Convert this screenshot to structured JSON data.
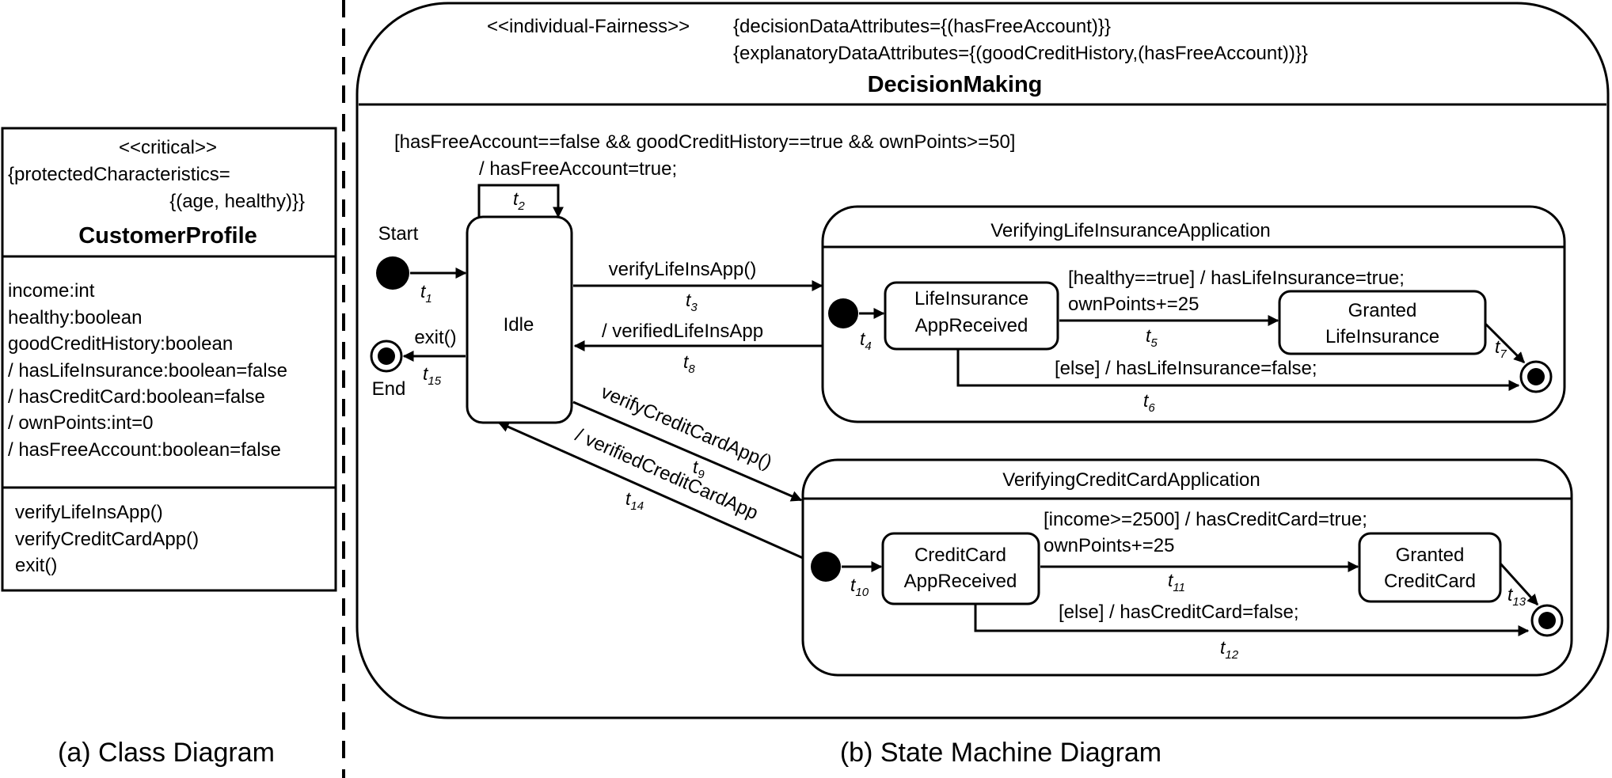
{
  "class_diagram": {
    "stereotype": "<<critical>>",
    "tagged_value_line1": "{protectedCharacteristics=",
    "tagged_value_line2": "{(age, healthy)}}",
    "class_name": "CustomerProfile",
    "attributes": [
      "income:int",
      "healthy:boolean",
      "goodCreditHistory:boolean",
      "/ hasLifeInsurance:boolean=false",
      "/ hasCreditCard:boolean=false",
      "/ ownPoints:int=0",
      "/ hasFreeAccount:boolean=false"
    ],
    "operations": [
      "verifyLifeInsApp()",
      "verifyCreditCardApp()",
      "exit()"
    ],
    "caption": "(a) Class Diagram"
  },
  "state_machine": {
    "stereotype": "<<individual-Fairness>>",
    "tag_decision": "{decisionDataAttributes={(hasFreeAccount)}}",
    "tag_explanatory": "{explanatoryDataAttributes={(goodCreditHistory,(hasFreeAccount))}}",
    "name": "DecisionMaking",
    "start_label": "Start",
    "end_label": "End",
    "idle_label": "Idle",
    "self_loop_guard": "[hasFreeAccount==false && goodCreditHistory==true && ownPoints>=50]",
    "self_loop_effect": "/ hasFreeAccount=true;",
    "life_insurance": {
      "title": "VerifyingLifeInsuranceApplication",
      "received_line1": "LifeInsurance",
      "received_line2": "AppReceived",
      "granted_line1": "Granted",
      "granted_line2": "LifeInsurance",
      "t5_line1": "[healthy==true] / hasLifeInsurance=true;",
      "t5_line2": "ownPoints+=25",
      "t6_label": "[else] / hasLifeInsurance=false;"
    },
    "credit_card": {
      "title": "VerifyingCreditCardApplication",
      "received_line1": "CreditCard",
      "received_line2": "AppReceived",
      "granted_line1": "Granted",
      "granted_line2": "CreditCard",
      "t11_line1": "[income>=2500] / hasCreditCard=true;",
      "t11_line2": "ownPoints+=25",
      "t12_label": "[else] / hasCreditCard=false;"
    },
    "verify_life": "verifyLifeInsApp()",
    "verified_life": "/ verifiedLifeInsApp",
    "verify_credit": "verifyCreditCardApp()",
    "verified_credit": "/ verifiedCreditCardApp",
    "exit_label": "exit()",
    "transitions": {
      "t1": "1",
      "t2": "2",
      "t3": "3",
      "t4": "4",
      "t5": "5",
      "t6": "6",
      "t7": "7",
      "t8": "8",
      "t9": "9",
      "t10": "10",
      "t11": "11",
      "t12": "12",
      "t13": "13",
      "t14": "14",
      "t15": "15"
    },
    "caption": "(b) State Machine Diagram"
  }
}
